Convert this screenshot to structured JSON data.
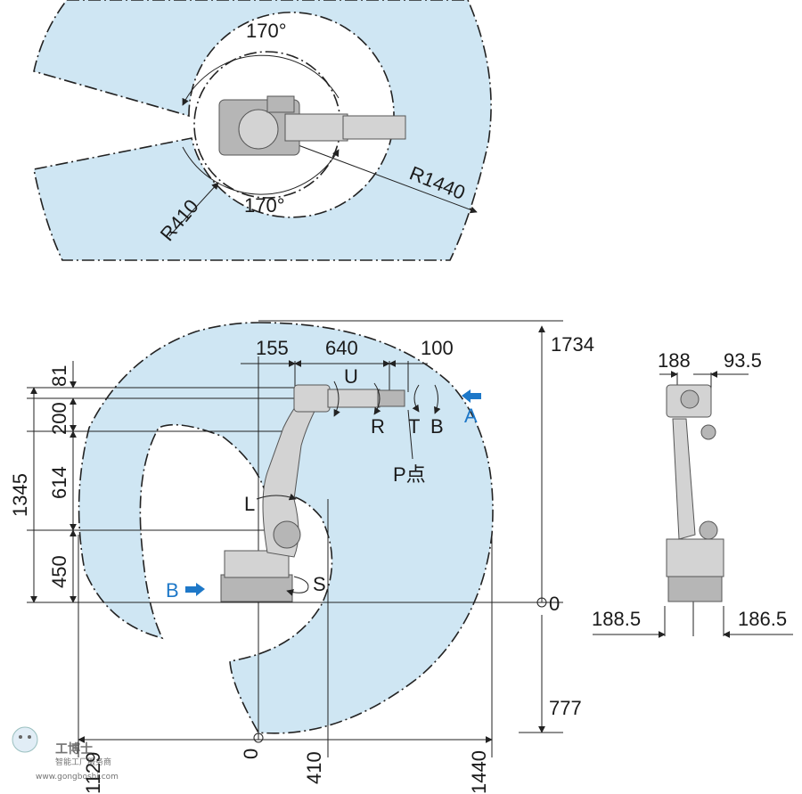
{
  "top_view": {
    "angle_top": "170°",
    "angle_bottom": "170°",
    "radius_inner": "R410",
    "radius_outer": "R1440"
  },
  "side_view": {
    "dims_top": [
      "155",
      "640",
      "100"
    ],
    "dims_left": [
      "81",
      "200",
      "614",
      "450"
    ],
    "dim_left_total": "1345",
    "dim_right_top": "1734",
    "dim_right_zero": "0",
    "dim_right_bottom": "777",
    "dims_bottom": [
      "1129",
      "0",
      "410",
      "1440"
    ],
    "axes": {
      "U": "U",
      "R": "R",
      "T": "T",
      "B": "B",
      "L": "L",
      "S": "S"
    },
    "p_point": "P点",
    "view_a": "A",
    "view_b": "B"
  },
  "front_view": {
    "dims_top": [
      "188",
      "93.5"
    ],
    "dims_bottom": [
      "188.5",
      "186.5"
    ]
  },
  "watermark": {
    "brand": "工博士",
    "tagline": "智能工厂服务商",
    "url": "www.gongboshi.com"
  },
  "colors": {
    "envelope": "#cfe6f3",
    "arrow_blue": "#1e78c8"
  }
}
